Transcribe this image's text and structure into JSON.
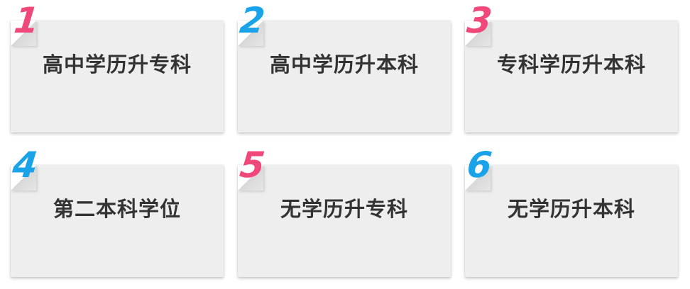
{
  "colors": {
    "pink": "#f0487a",
    "blue": "#1aa3e8",
    "card_bg": "#eeeeee",
    "text": "#333333"
  },
  "cards": [
    {
      "number": "1",
      "label": "高中学历升专科",
      "number_color": "pink"
    },
    {
      "number": "2",
      "label": "高中学历升本科",
      "number_color": "blue"
    },
    {
      "number": "3",
      "label": "专科学历升本科",
      "number_color": "pink"
    },
    {
      "number": "4",
      "label": "第二本科学位",
      "number_color": "blue"
    },
    {
      "number": "5",
      "label": "无学历升专科",
      "number_color": "pink"
    },
    {
      "number": "6",
      "label": "无学历升本科",
      "number_color": "blue"
    }
  ]
}
